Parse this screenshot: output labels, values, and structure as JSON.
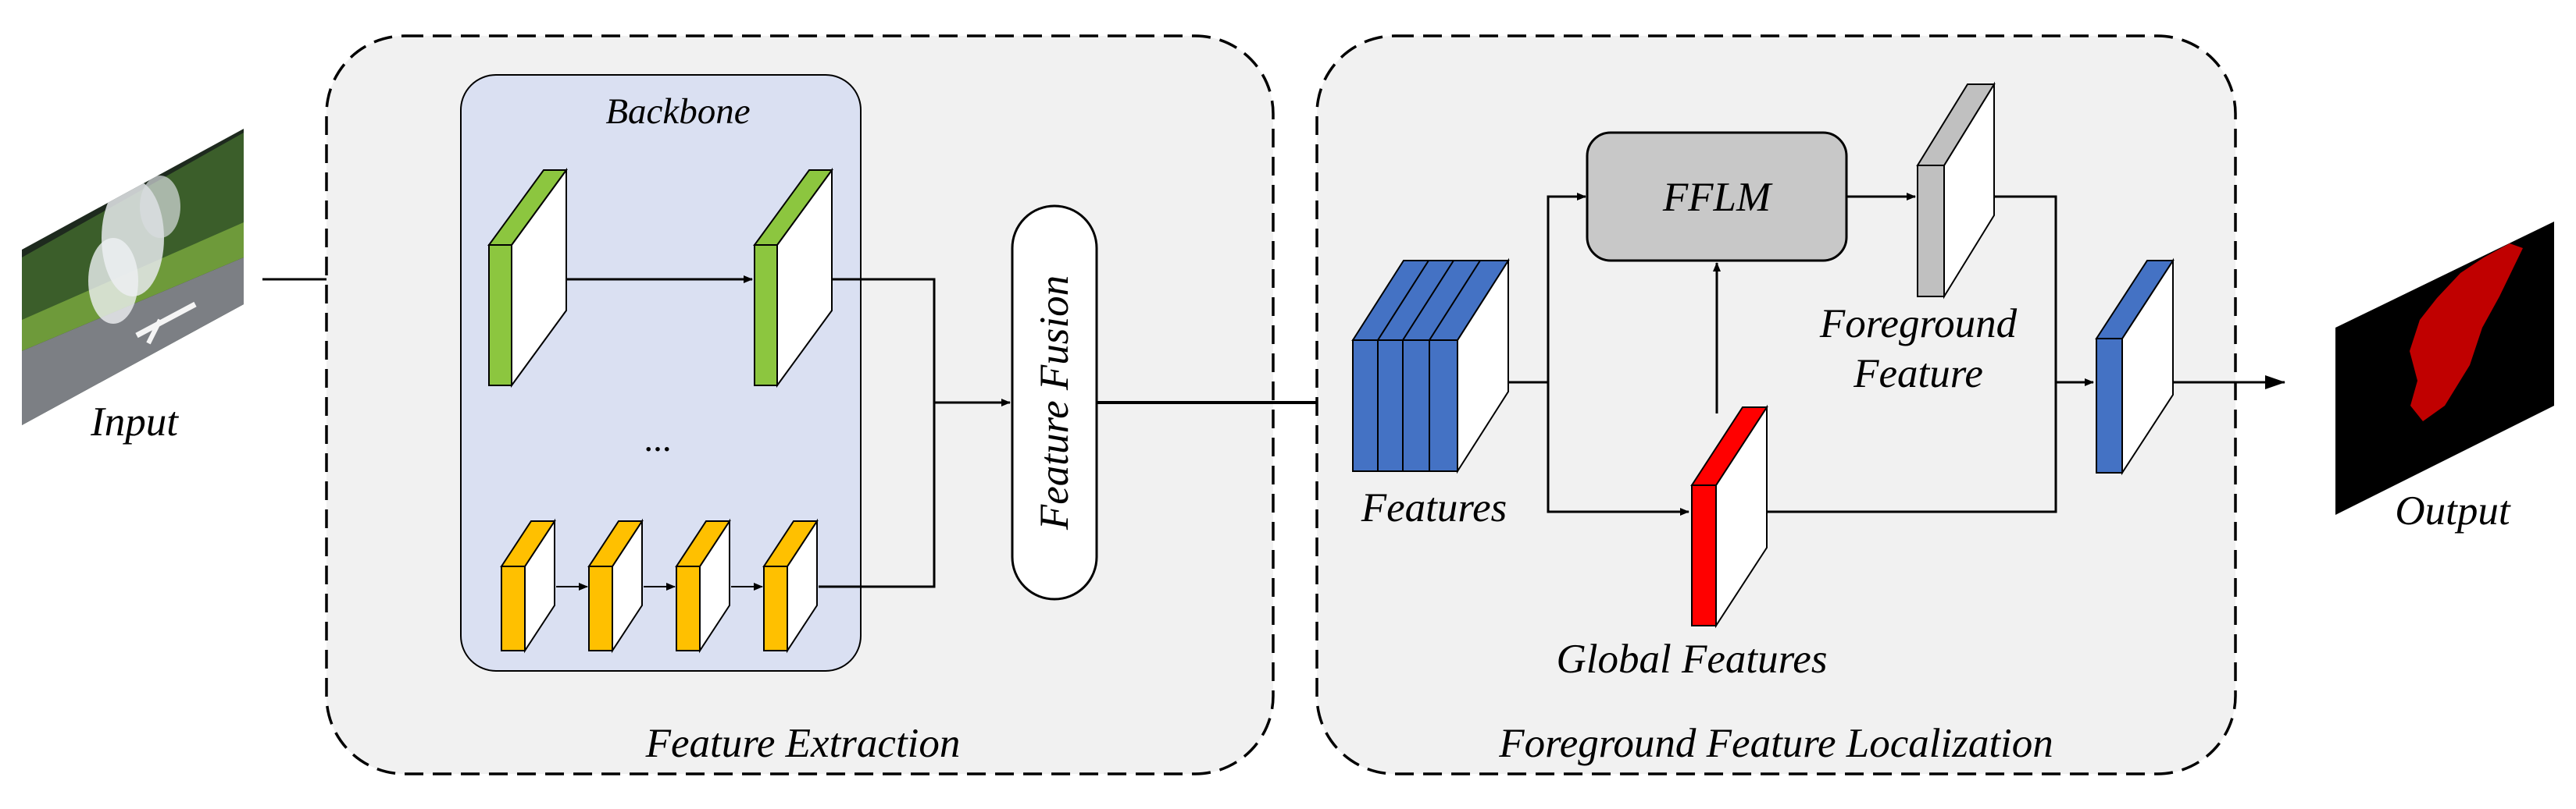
{
  "diagram": {
    "input_label": "Input",
    "output_label": "Output",
    "backbone_label": "Backbone",
    "ellipsis": "...",
    "fusion_label": "Feature Fusion",
    "extraction_label": "Feature Extraction",
    "localization_label": "Foreground Feature Localization",
    "ffl_label": "FFLM",
    "features_label": "Features",
    "global_label": "Global Features",
    "foreground_line1": "Foreground",
    "foreground_line2": "Feature"
  },
  "colors": {
    "panel_fill": "#f1f1f1",
    "backbone_fill": "#dae0f2",
    "green": "#8cc63f",
    "orange": "#ffc000",
    "blue": "#4472c4",
    "red": "#ff0000",
    "gray_block": "#c0c0c0",
    "mask_red": "#c00000"
  }
}
